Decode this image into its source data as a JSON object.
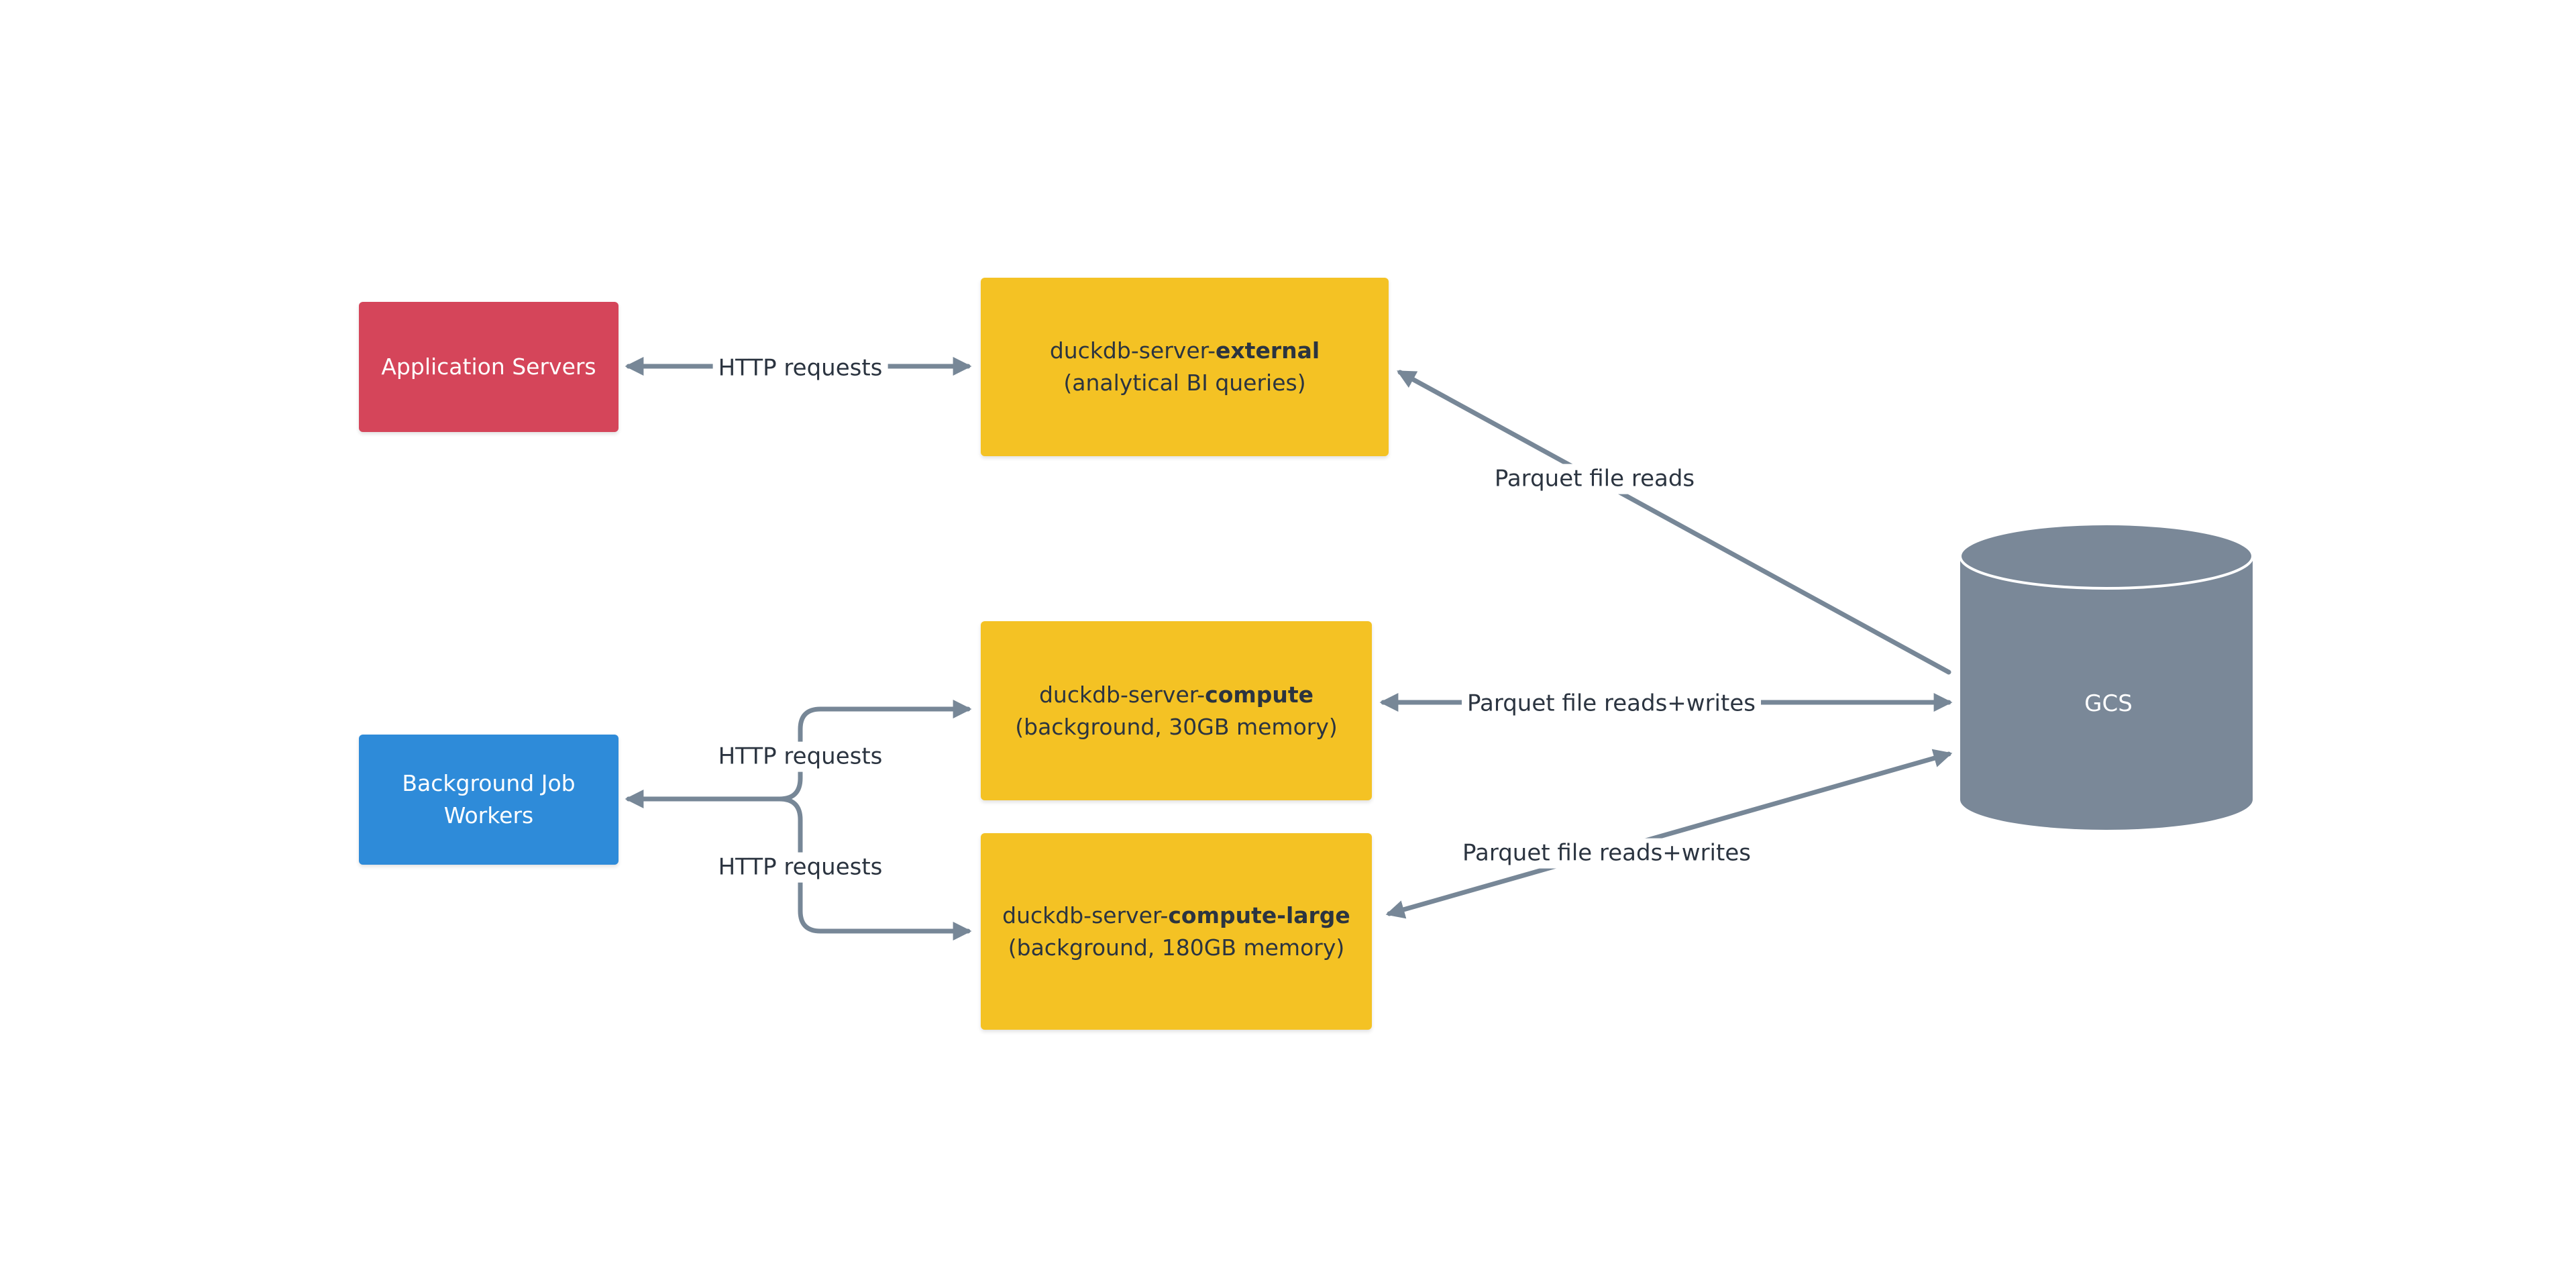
{
  "colors": {
    "app_servers": "#d5455a",
    "workers": "#2e8bd9",
    "duckdb": "#f4c224",
    "gcs": "#7a8898",
    "edge": "#778797",
    "text_dark": "#2b3440"
  },
  "nodes": {
    "app_servers": {
      "label": "Application Servers"
    },
    "bg_workers": {
      "line1": "Background Job",
      "line2": "Workers"
    },
    "duck_external": {
      "prefix": "duckdb-server-",
      "bold": "external",
      "sub": "(analytical BI queries)"
    },
    "duck_compute": {
      "prefix": "duckdb-server-",
      "bold": "compute",
      "sub": "(background, 30GB memory)"
    },
    "duck_compute_large": {
      "prefix": "duckdb-server-",
      "bold": "compute-large",
      "sub": "(background, 180GB memory)"
    },
    "gcs": {
      "label": "GCS"
    }
  },
  "edges": {
    "http_app": "HTTP requests",
    "http_compute": "HTTP requests",
    "http_compute_large": "HTTP requests",
    "parquet_external": "Parquet file reads",
    "parquet_compute": "Parquet file reads+writes",
    "parquet_compute_large": "Parquet file reads+writes"
  }
}
